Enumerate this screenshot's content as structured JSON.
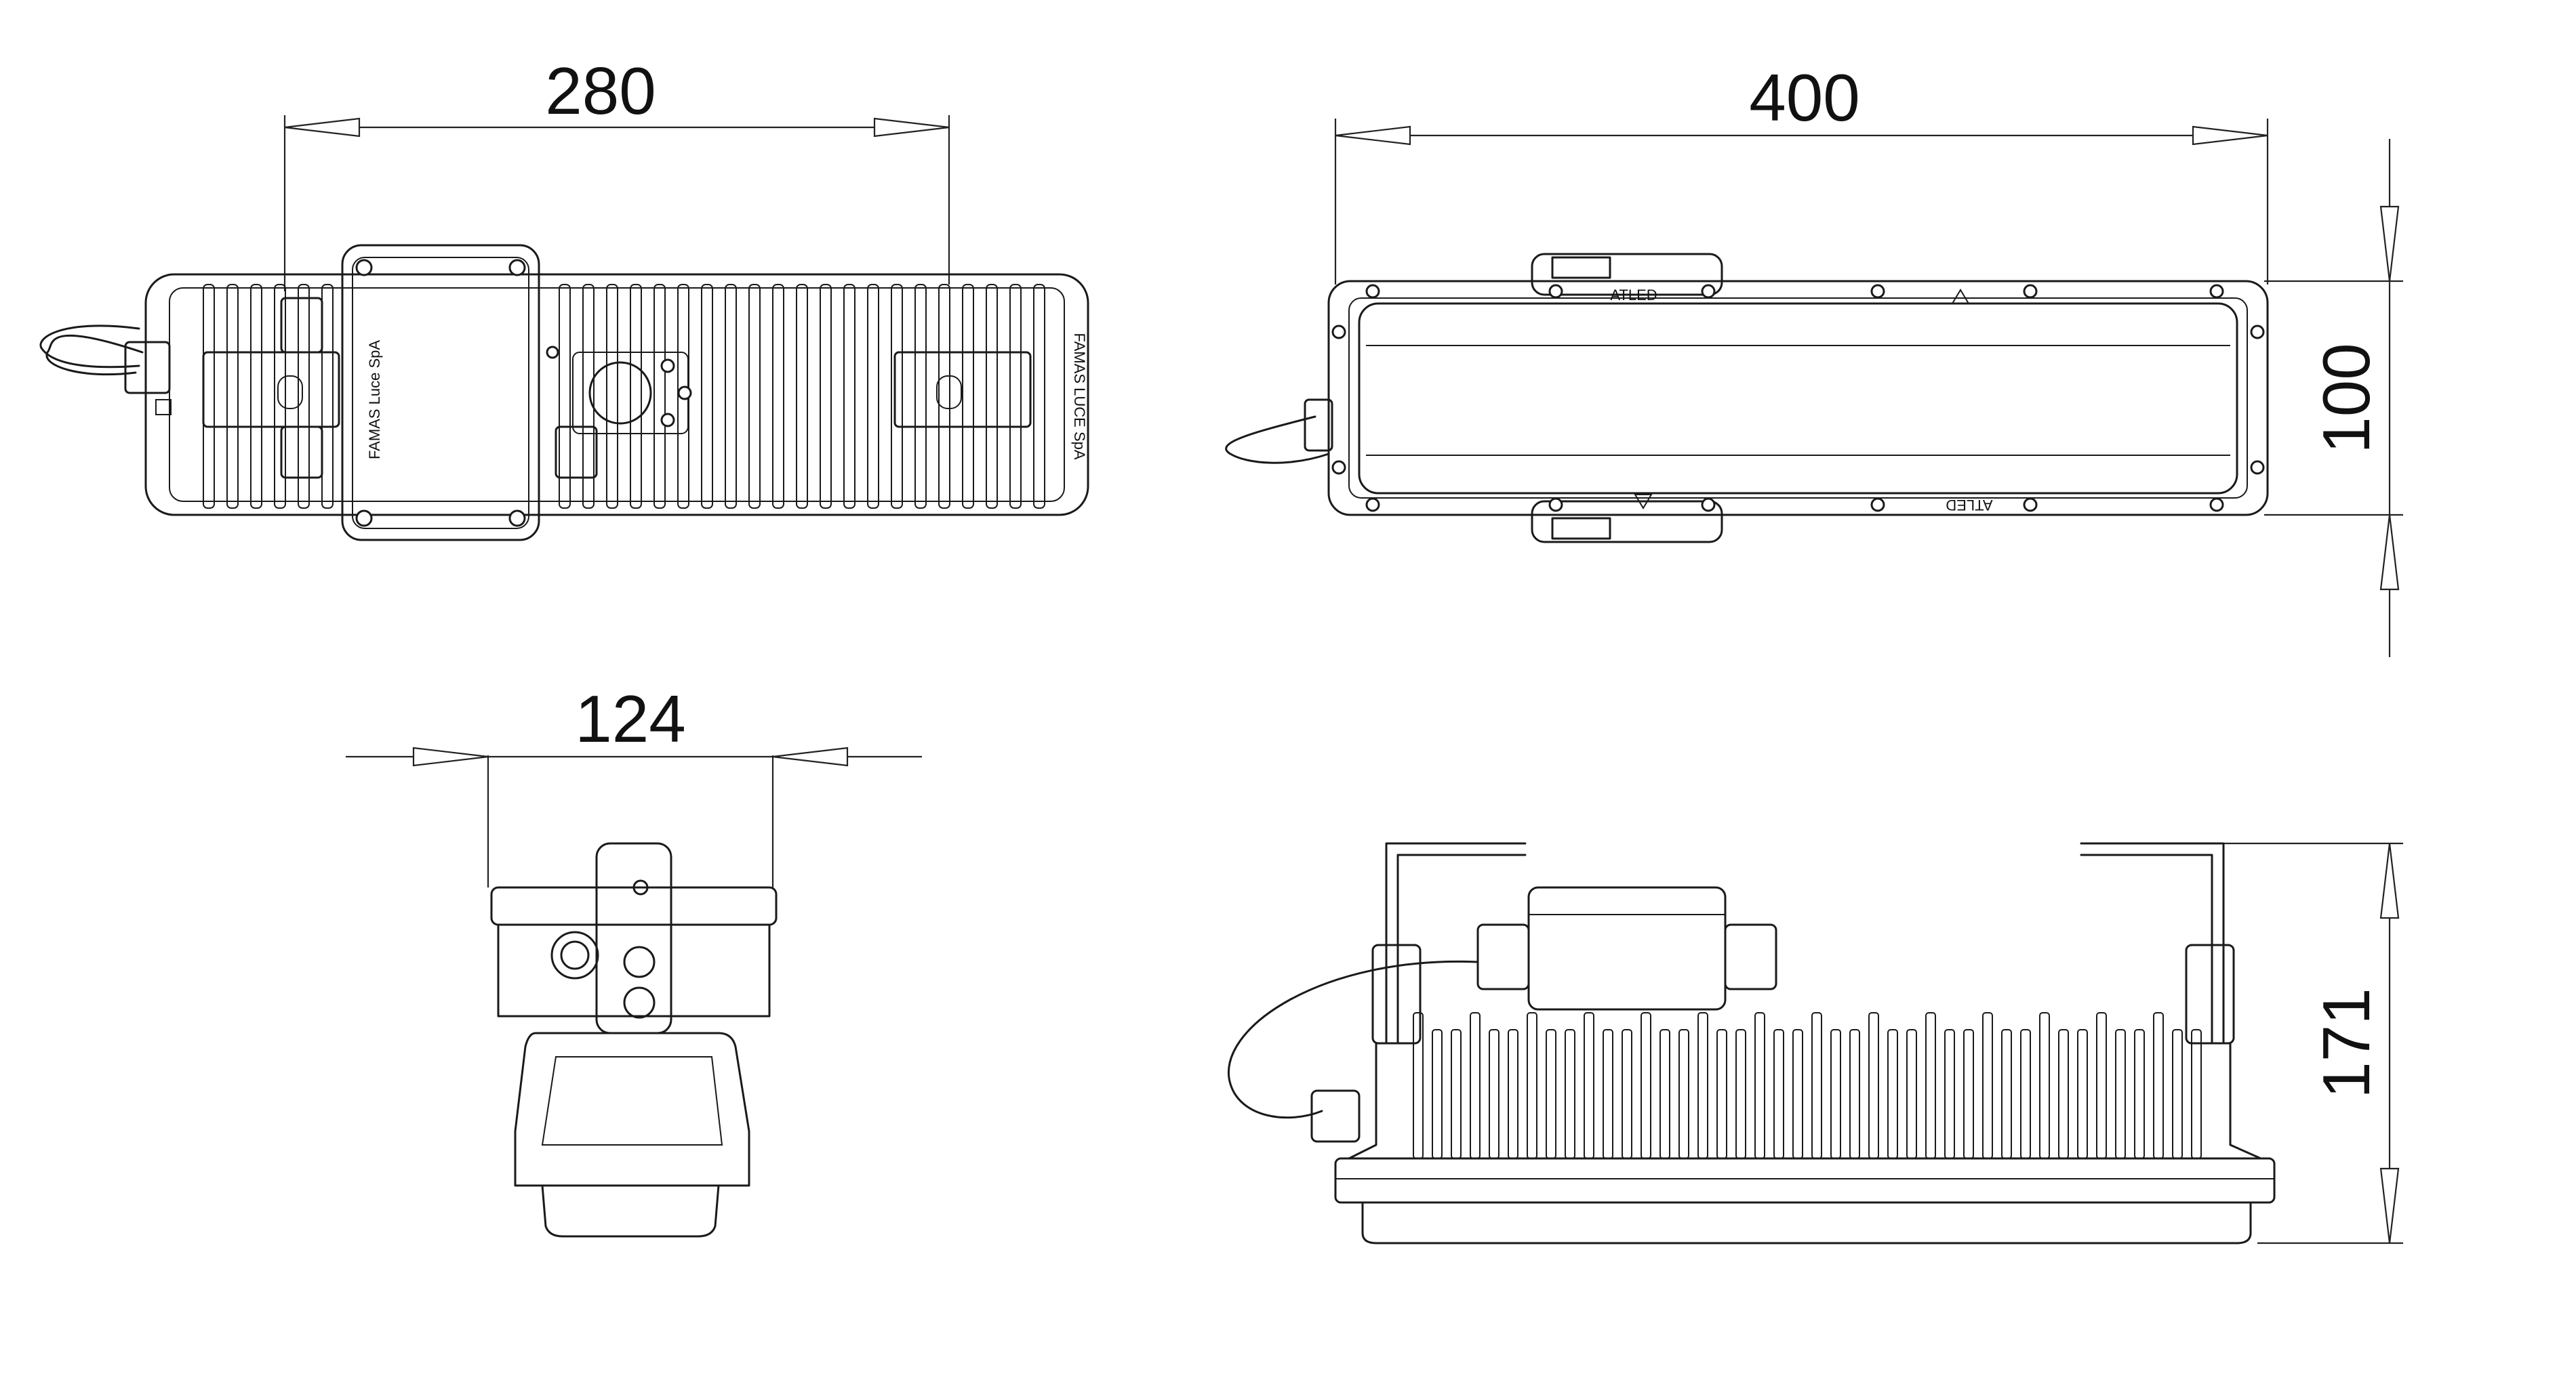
{
  "dimensions": {
    "top_view_width": "280",
    "front_view_length": "400",
    "front_view_height": "100",
    "end_view_width": "124",
    "side_view_height": "171"
  },
  "markings": {
    "maker_label_1": "FAMAS Luce SpA",
    "maker_label_2": "FAMAS LUCE SpA",
    "product_label_1": "ATLED",
    "product_label_2": "ATLED"
  }
}
